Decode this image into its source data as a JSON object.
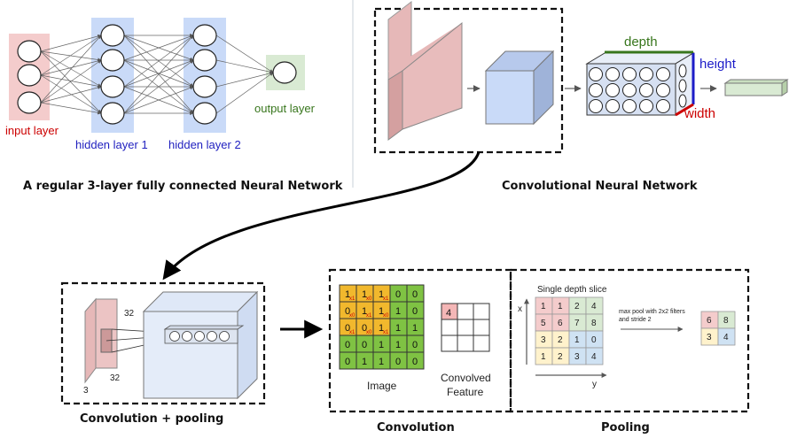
{
  "fc_network": {
    "input_label": "input layer",
    "hidden1_label": "hidden layer 1",
    "hidden2_label": "hidden layer 2",
    "output_label": "output layer",
    "caption": "A regular 3-layer fully connected Neural Network",
    "layer_sizes": [
      3,
      4,
      4,
      1
    ],
    "colors": {
      "input": "#f4cccc",
      "hidden": "#c9daf8",
      "output": "#d9ead3",
      "input_text": "#cc0000",
      "hidden_text": "#1f1fbf",
      "output_text": "#38761d"
    }
  },
  "cnn": {
    "depth_label": "depth",
    "height_label": "height",
    "width_label": "width",
    "caption": "Convolutional  Neural Network",
    "colors": {
      "depth": "#38761d",
      "height": "#1c1cc8",
      "width": "#cc0000"
    }
  },
  "conv_pool": {
    "caption": "Convolution + pooling",
    "dim_top": "32",
    "dim_bottom": "32",
    "dim_depth": "3"
  },
  "convolution": {
    "caption": "Convolution",
    "image_label": "Image",
    "feature_label_line1": "Convolved",
    "feature_label_line2": "Feature",
    "image": [
      [
        1,
        1,
        1,
        0,
        0
      ],
      [
        0,
        1,
        1,
        1,
        0
      ],
      [
        0,
        0,
        1,
        1,
        1
      ],
      [
        0,
        0,
        1,
        1,
        0
      ],
      [
        0,
        1,
        1,
        0,
        0
      ]
    ],
    "kernel_subscripts": [
      [
        "x1",
        "x0",
        "x1"
      ],
      [
        "x0",
        "x1",
        "x0"
      ],
      [
        "x1",
        "x0",
        "x1"
      ]
    ],
    "feature_value": "4"
  },
  "pooling": {
    "caption": "Pooling",
    "slice_label": "Single depth slice",
    "x_label": "x",
    "y_label": "y",
    "note_line1": "max pool with 2x2 filters",
    "note_line2": "and stride 2",
    "input": [
      [
        "1",
        "1",
        "2",
        "4"
      ],
      [
        "5",
        "6",
        "7",
        "8"
      ],
      [
        "3",
        "2",
        "1",
        "0"
      ],
      [
        "1",
        "2",
        "3",
        "4"
      ]
    ],
    "output": [
      [
        "6",
        "8"
      ],
      [
        "3",
        "4"
      ]
    ],
    "quadrant_colors": [
      "#f4cccc",
      "#d9ead3",
      "#fff2cc",
      "#cfe2f3"
    ]
  }
}
